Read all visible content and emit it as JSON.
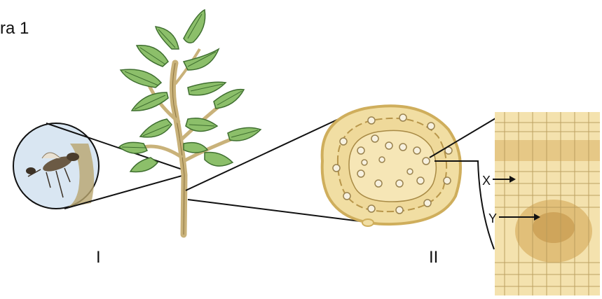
{
  "figure": {
    "title": "ra 1",
    "label_I": "I",
    "label_II": "II",
    "label_X": "X",
    "label_Y": "Y"
  },
  "colors": {
    "leaf": "#8cbf6a",
    "leaf_dark": "#4f8a3c",
    "stem": "#c9b27a",
    "tissue": "#f1dea3",
    "tissue_dark": "#cfae5c",
    "line": "#111111"
  }
}
